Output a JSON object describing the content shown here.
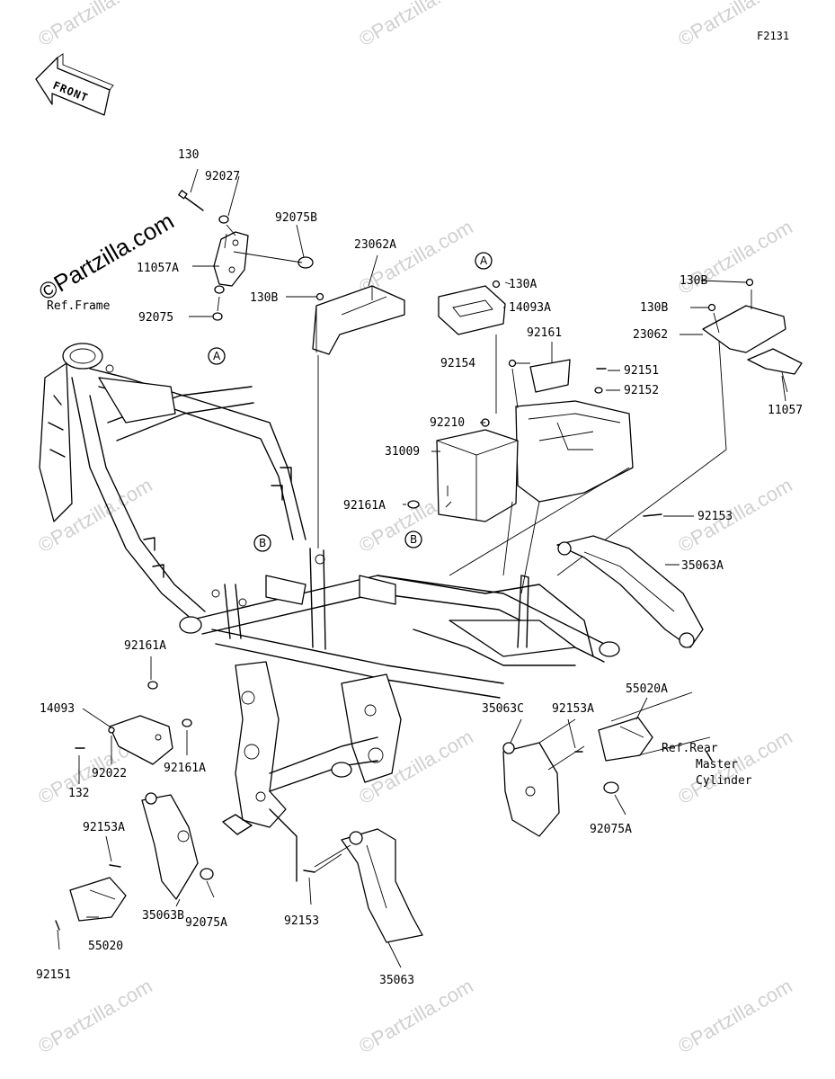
{
  "diagram": {
    "code": "F2131",
    "front_label": "FRONT",
    "watermark_text": "©Partzilla.com",
    "ref_frame": "Ref.Frame",
    "ref_rear_lines": [
      "Ref.Rear",
      "Master",
      "Cylinder"
    ],
    "callouts": [
      "A",
      "A",
      "B",
      "B"
    ],
    "part_labels": [
      "130",
      "92027",
      "92075B",
      "23062A",
      "11057A",
      "130B",
      "92075",
      "130A",
      "14093A",
      "130B",
      "130B",
      "23062",
      "11057",
      "92161",
      "92154",
      "92151",
      "92152",
      "92210",
      "31009",
      "92161A",
      "92153",
      "35063A",
      "92161A",
      "14093",
      "92022",
      "132",
      "92161A",
      "35063C",
      "92153A",
      "55020A",
      "92075A",
      "92153A",
      "55020",
      "35063B",
      "92075A",
      "92151",
      "92153",
      "35063"
    ]
  }
}
